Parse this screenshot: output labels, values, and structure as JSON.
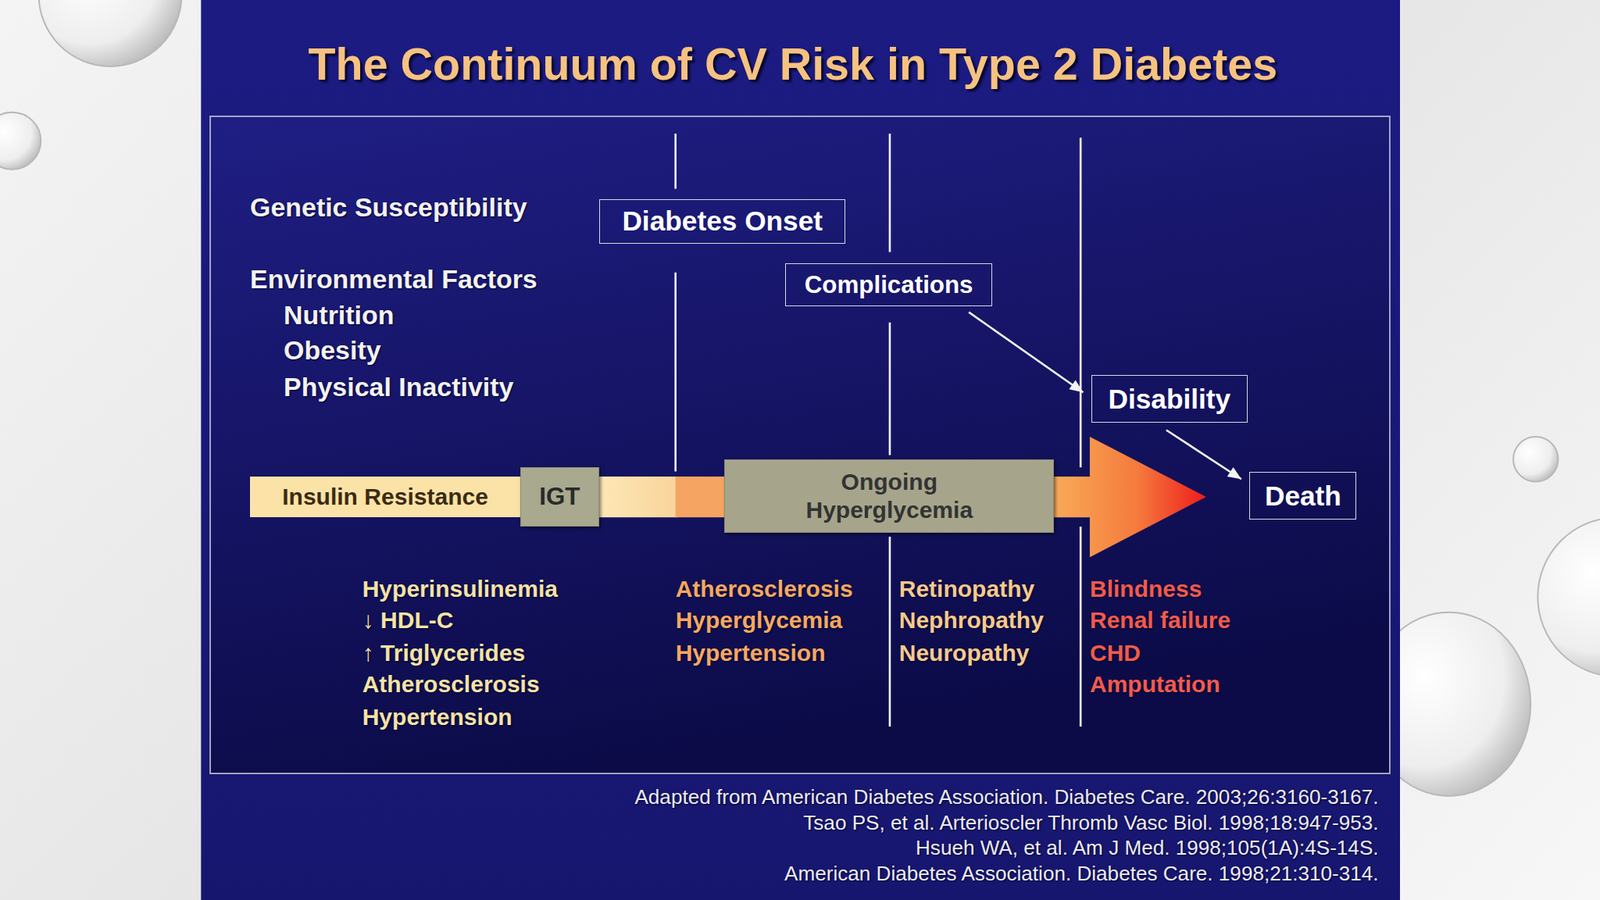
{
  "diagram": {
    "title": "The Continuum of CV Risk in Type 2 Diabetes",
    "nodes": [
      {
        "text": [
          "Diabetes Onset"
        ]
      },
      {
        "text": [
          "Complications"
        ]
      },
      {
        "text": [
          "Disability"
        ]
      },
      {
        "text": [
          "Insulin Resistance"
        ]
      },
      {
        "text": [
          "IGT"
        ]
      },
      {
        "text": [
          "Ongoing Hyperglycemia"
        ]
      },
      {
        "text": [
          "Death"
        ]
      }
    ],
    "edges": [
      {
        "from": 1,
        "to": 2,
        "arrow": "to"
      },
      {
        "from": 2,
        "to": 6,
        "arrow": "to"
      }
    ],
    "labels": [
      "Genetic Susceptibility",
      "Environmental Factors",
      "Nutrition",
      "Obesity",
      "Physical Inactivity",
      "Hyperinsulinemia",
      "↓ HDL-C",
      "↑ Triglycerides",
      "Atherosclerosis",
      "Hypertension",
      "Atherosclerosis",
      "Hyperglycemia",
      "Hypertension",
      "Retinopathy",
      "Nephropathy",
      "Neuropathy",
      "Blindness",
      "Renal failure",
      "CHD",
      "Amputation",
      "Adapted from American Diabetes Association. Diabetes Care. 2003;26:3160-3167.",
      "Tsao PS, et al. Arterioscler Thromb Vasc Biol. 1998;18:947-953.",
      "Hsueh WA, et al. Am J Med. 1998;105(1A):4S-14S.",
      "American Diabetes Association. Diabetes Care. 1998;21:310-314."
    ]
  }
}
